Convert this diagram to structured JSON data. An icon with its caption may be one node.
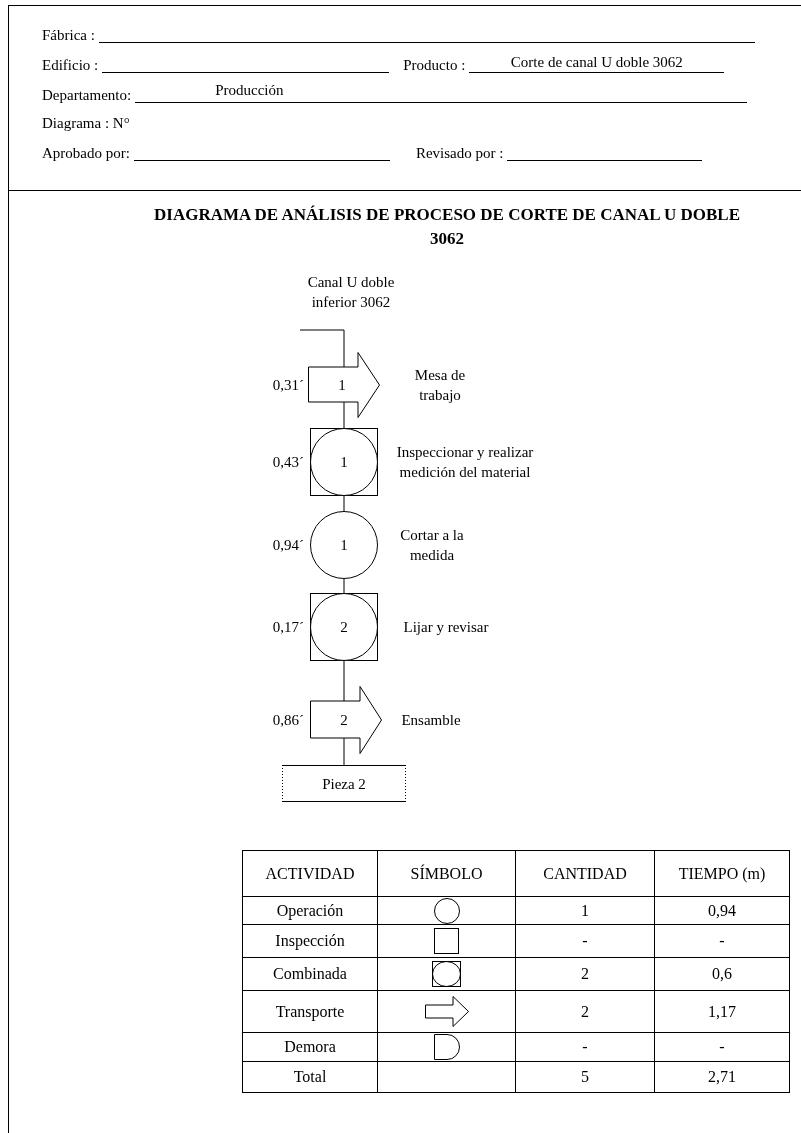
{
  "diagram": {
    "title": "DIAGRAMA DE ANÁLISIS DE PROCESO DE CORTE DE CANAL U DOBLE 3062",
    "nodes": [
      {
        "text": [
          "Canal U doble inferior 3062"
        ]
      },
      {
        "text": [
          "1"
        ],
        "beside": [
          "0,31´",
          "Mesa de trabajo"
        ]
      },
      {
        "text": [
          "1"
        ],
        "beside": [
          "0,43´",
          "Inspeccionar y realizar medición del material"
        ]
      },
      {
        "text": [
          "1"
        ],
        "beside": [
          "0,94´",
          "Cortar a la medida"
        ]
      },
      {
        "text": [
          "2"
        ],
        "beside": [
          "0,17´",
          "Lijar y revisar"
        ]
      },
      {
        "text": [
          "2"
        ],
        "beside": [
          "0,86´",
          "Ensamble"
        ]
      },
      {
        "text": [
          "Pieza 2"
        ]
      }
    ],
    "edges": [
      {
        "from": 0,
        "to": 1,
        "arrow": "none"
      },
      {
        "from": 1,
        "to": 2,
        "arrow": "none"
      },
      {
        "from": 2,
        "to": 3,
        "arrow": "none"
      },
      {
        "from": 3,
        "to": 4,
        "arrow": "none"
      },
      {
        "from": 4,
        "to": 5,
        "arrow": "none"
      },
      {
        "from": 5,
        "to": 6,
        "arrow": "none"
      }
    ],
    "labels": [
      "Fábrica :",
      "Edificio :",
      "Producto :",
      "Corte de canal U doble 3062",
      "Departamento:",
      "Producción",
      "Diagrama : N°",
      "Aprobado por:",
      "Revisado por :",
      "ACTIVIDAD",
      "SÍMBOLO",
      "CANTIDAD",
      "TIEMPO (m)",
      "Operación",
      "1",
      "0,94",
      "Inspección",
      "-",
      "-",
      "Combinada",
      "2",
      "0,6",
      "Transporte",
      "2",
      "1,17",
      "Demora",
      "-",
      "-",
      "Total",
      "5",
      "2,71"
    ]
  }
}
